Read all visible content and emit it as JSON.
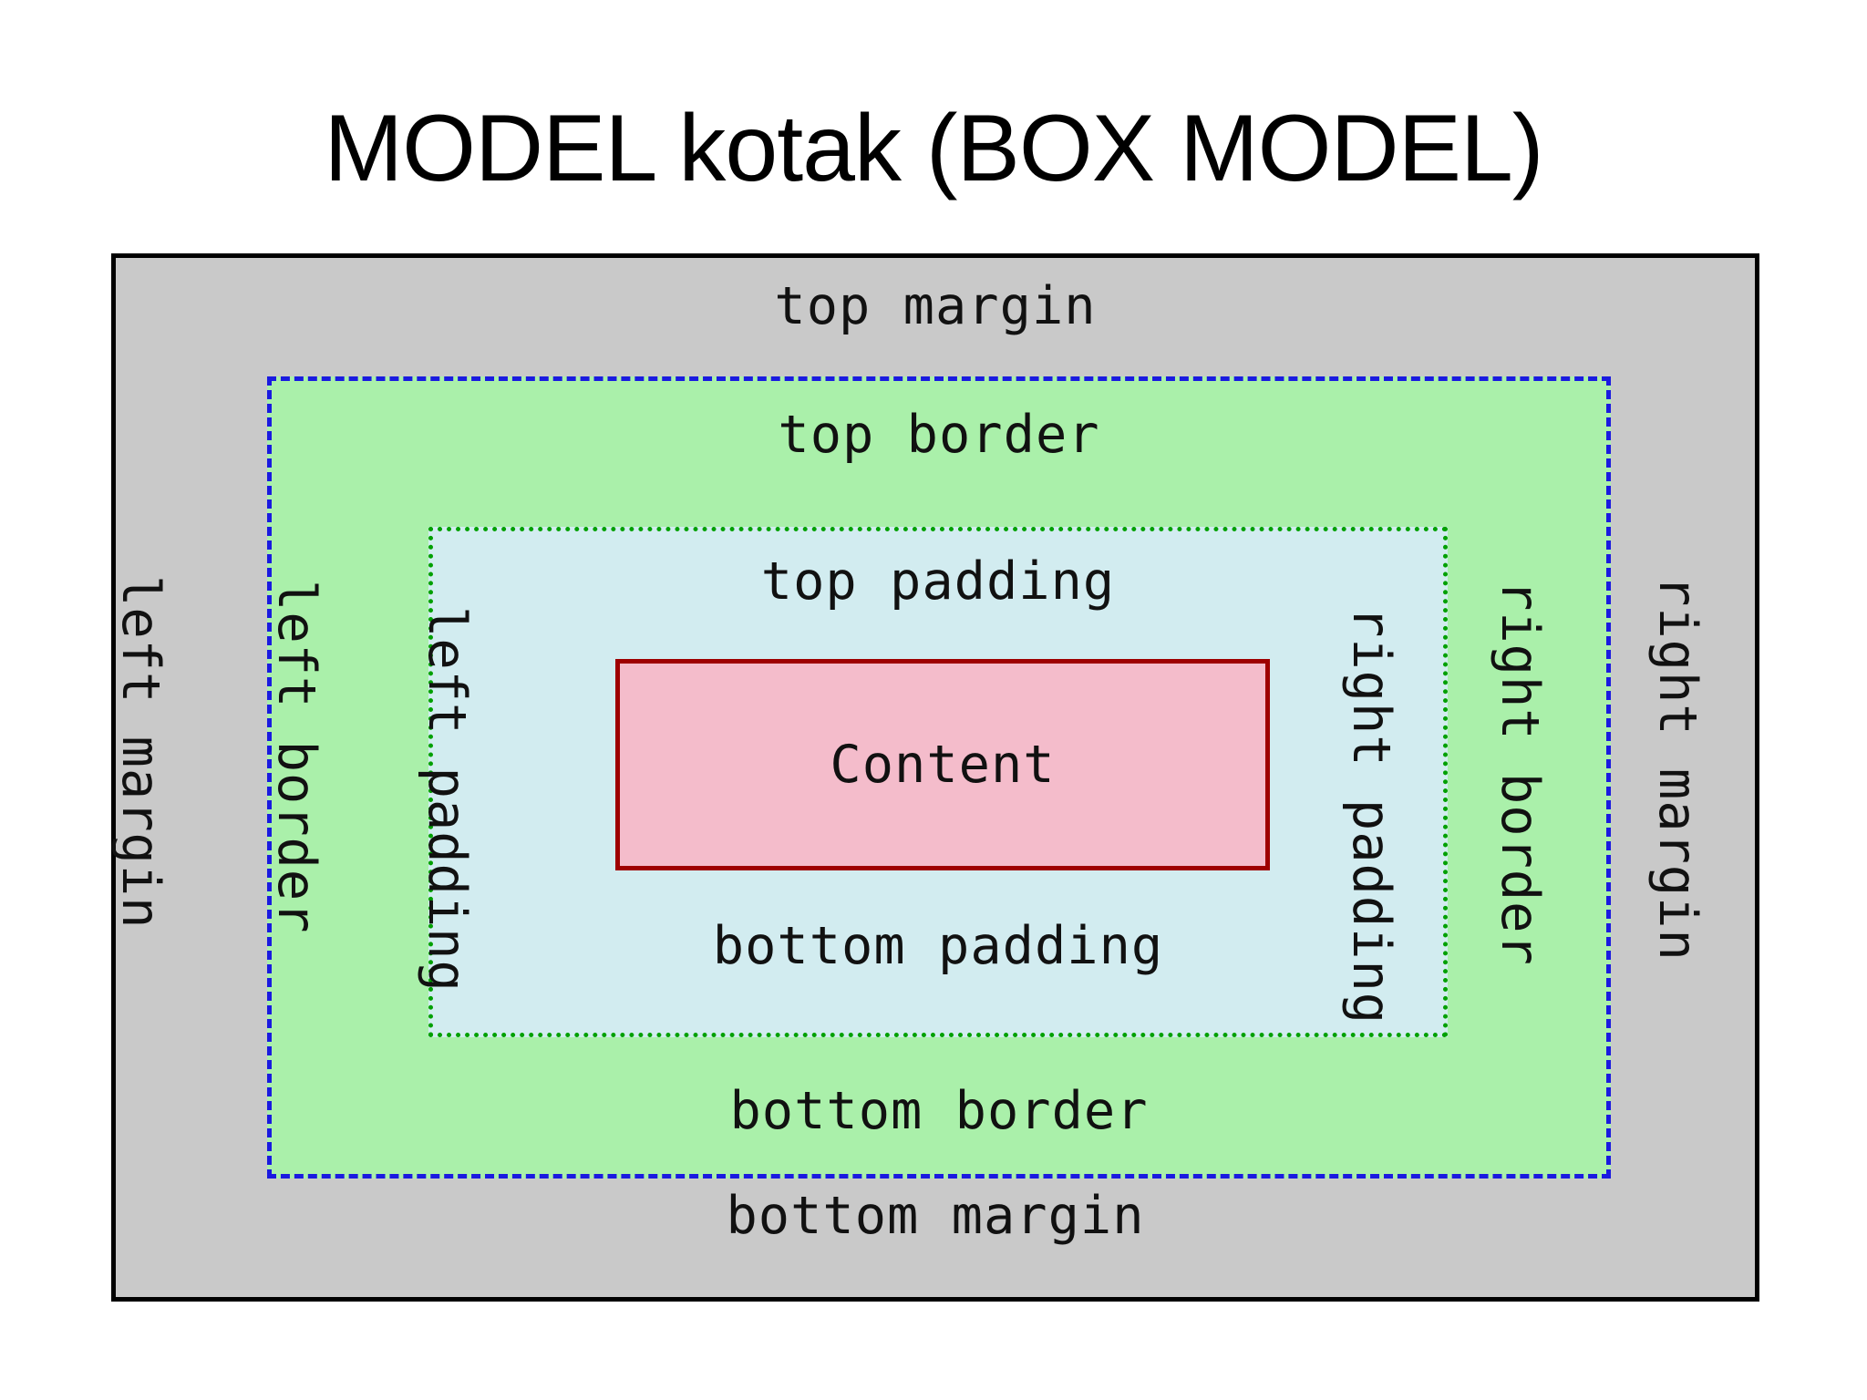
{
  "title": "MODEL kotak (BOX MODEL)",
  "diagram": {
    "margin_box": {
      "fill": "#c9c9c9",
      "border_style": "solid",
      "border_color": "#000000",
      "labels": {
        "top": "top margin",
        "bottom": "bottom margin",
        "left": "left margin",
        "right": "right margin"
      }
    },
    "border_box": {
      "fill": "#aaf0aa",
      "border_style": "dashed",
      "border_color": "#1a1ae0",
      "labels": {
        "top": "top border",
        "bottom": "bottom border",
        "left": "left border",
        "right": "right border"
      }
    },
    "padding_box": {
      "fill": "#d2ecf0",
      "border_style": "dotted",
      "border_color": "#00a000",
      "labels": {
        "top": "top padding",
        "bottom": "bottom padding",
        "left": "left padding",
        "right": "right padding"
      }
    },
    "content_box": {
      "fill": "#f4bccb",
      "border_style": "solid",
      "border_color": "#9e0000",
      "label": "Content"
    }
  }
}
